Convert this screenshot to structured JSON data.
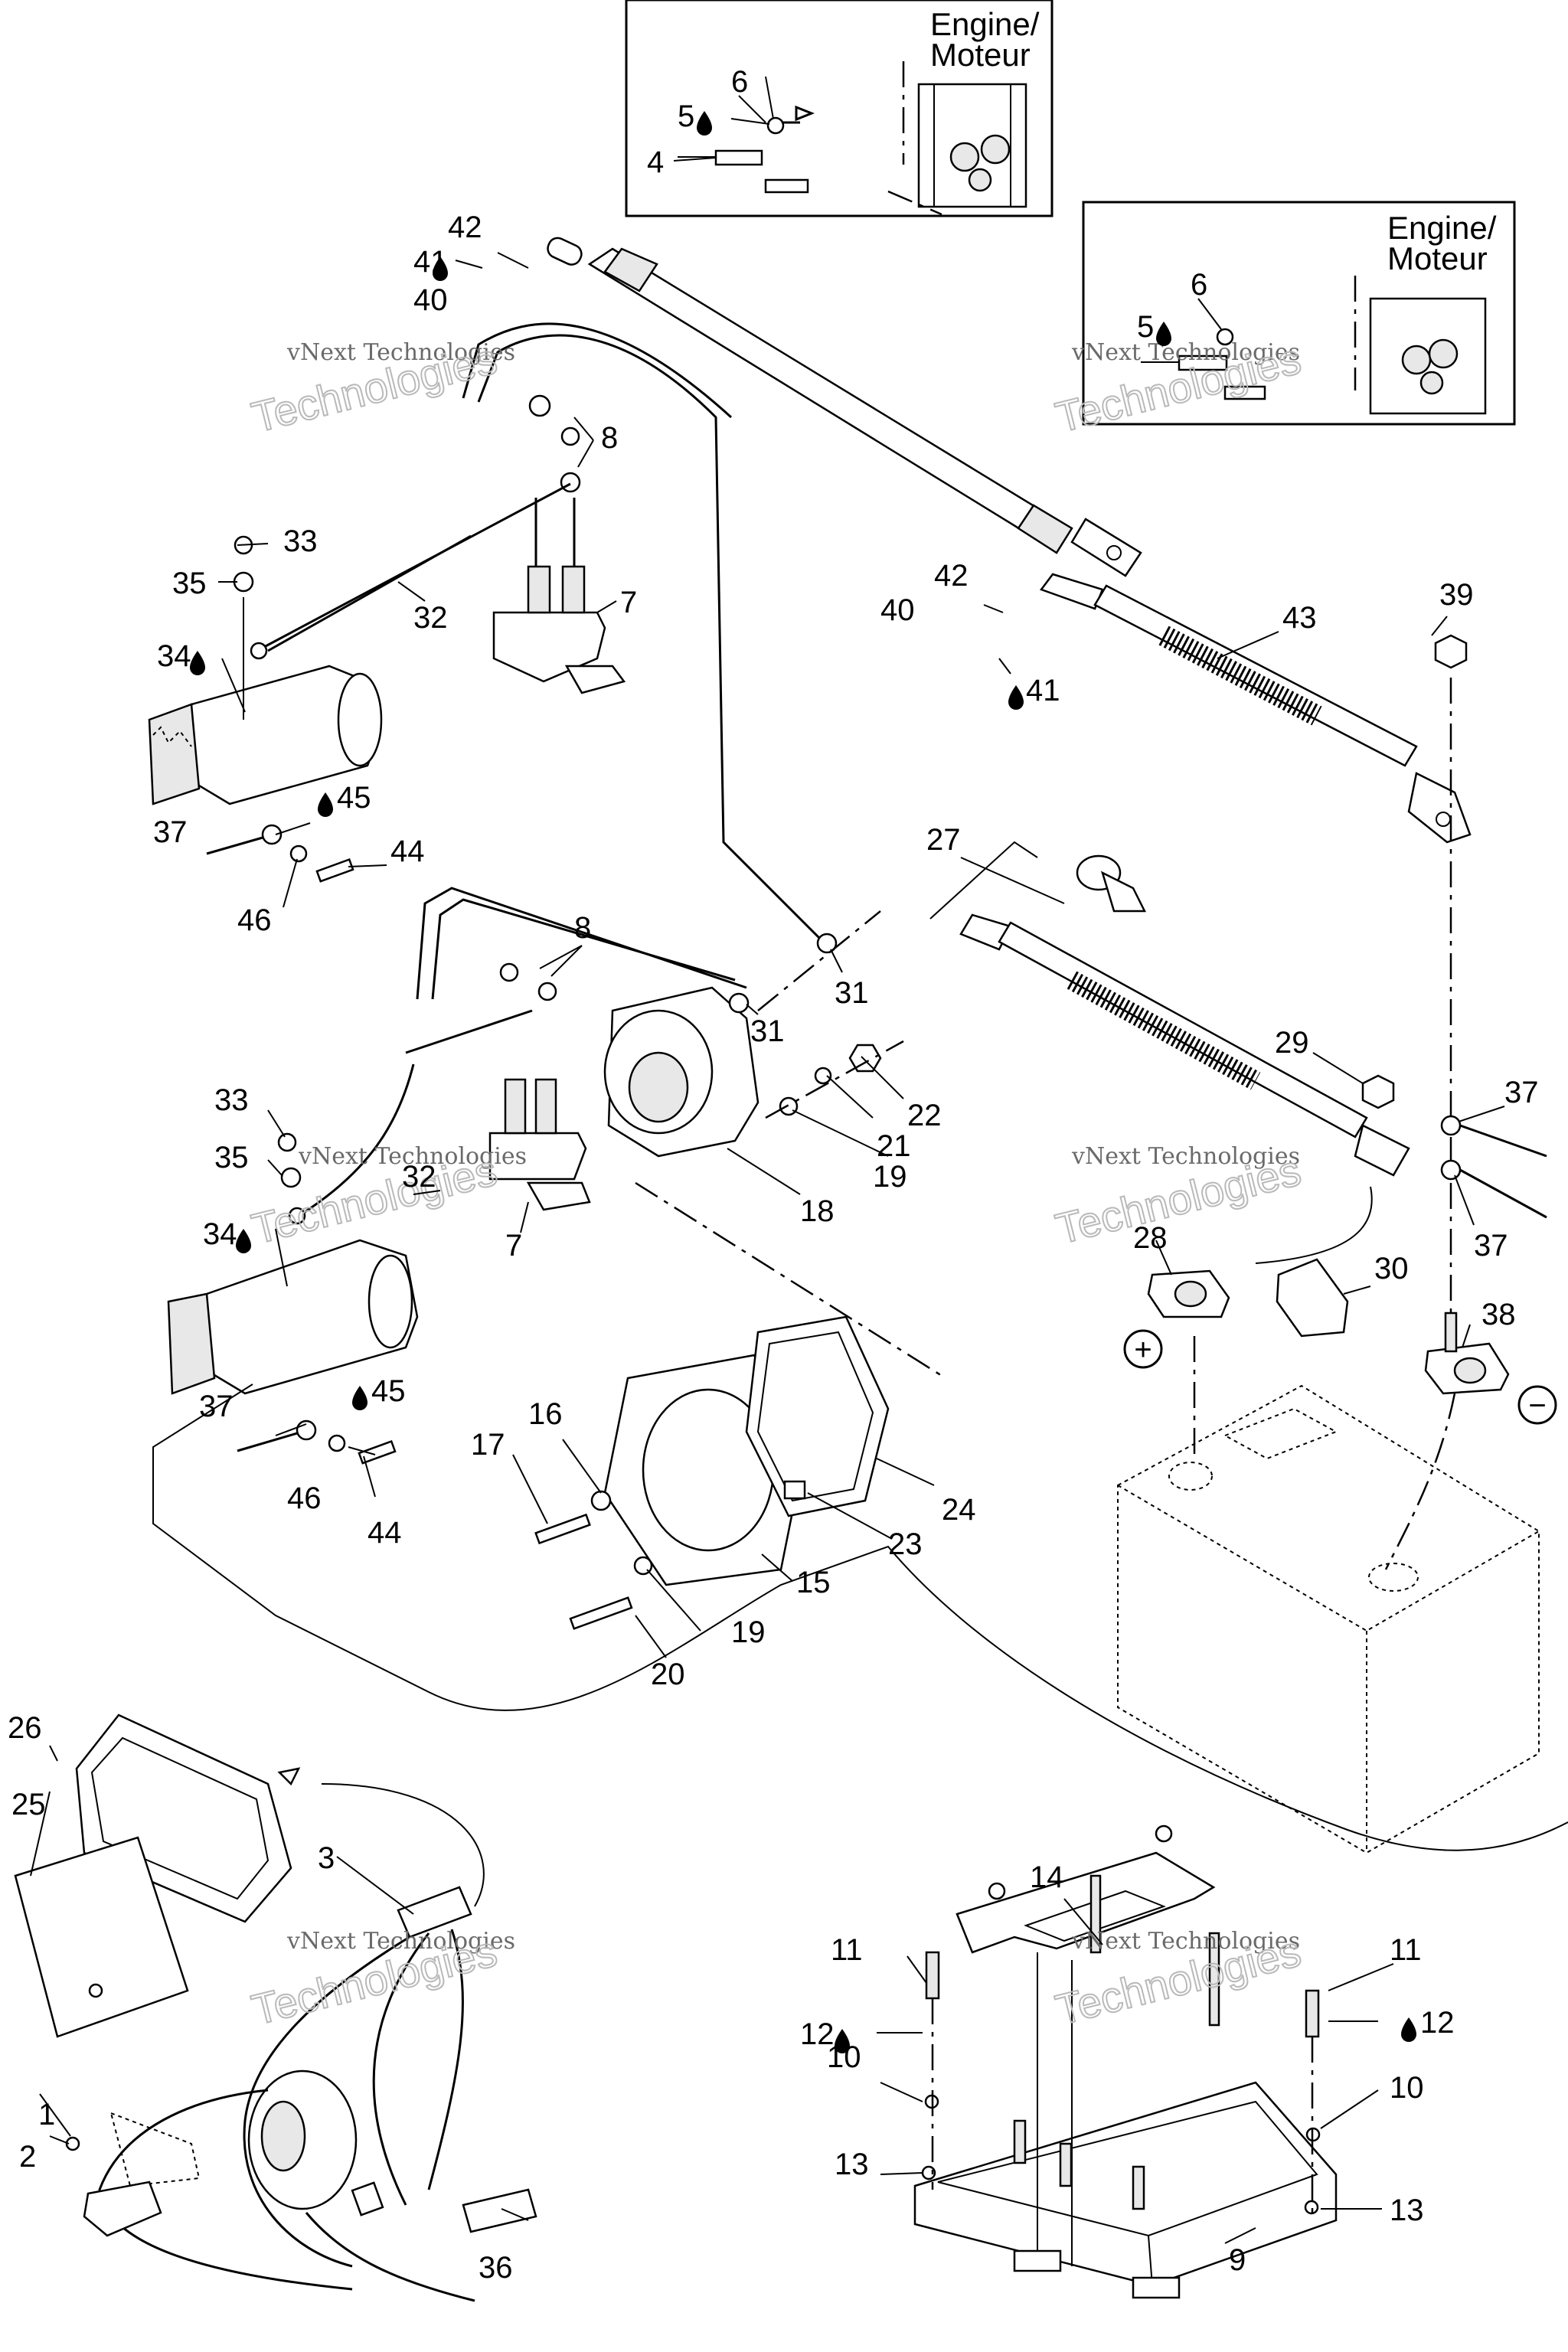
{
  "insets": [
    {
      "title_line1": "Engine/",
      "title_line2": "Moteur"
    },
    {
      "title_line1": "Engine/",
      "title_line2": "Moteur"
    }
  ],
  "watermark": {
    "line1": "vNext Technologies",
    "line2": "Technologies"
  },
  "polarity": {
    "positive": "+",
    "negative": "−"
  },
  "labels": {
    "p1": "1",
    "p2": "2",
    "p3": "3",
    "p4": "4",
    "p5a": "5",
    "p5b": "5",
    "p6a": "6",
    "p6b": "6",
    "p7a": "7",
    "p7b": "7",
    "p8a": "8",
    "p8b": "8",
    "p9": "9",
    "p10a": "10",
    "p10b": "10",
    "p11a": "11",
    "p11b": "11",
    "p12a": "12",
    "p12b": "12",
    "p13a": "13",
    "p13b": "13",
    "p14": "14",
    "p15": "15",
    "p16": "16",
    "p17": "17",
    "p18": "18",
    "p19a": "19",
    "p19b": "19",
    "p20": "20",
    "p21": "21",
    "p22": "22",
    "p23": "23",
    "p24": "24",
    "p25": "25",
    "p26": "26",
    "p27": "27",
    "p28": "28",
    "p29": "29",
    "p30": "30",
    "p31a": "31",
    "p31b": "31",
    "p32a": "32",
    "p32b": "32",
    "p33a": "33",
    "p33b": "33",
    "p34a": "34",
    "p34b": "34",
    "p35a": "35",
    "p35b": "35",
    "p36": "36",
    "p37a": "37",
    "p37b": "37",
    "p37c": "37",
    "p37d": "37",
    "p38": "38",
    "p39": "39",
    "p40a": "40",
    "p40b": "40",
    "p41a": "41",
    "p41b": "41",
    "p42a": "42",
    "p42b": "42",
    "p43": "43",
    "p44a": "44",
    "p44b": "44",
    "p45a": "45",
    "p45b": "45",
    "p46a": "46",
    "p46b": "46"
  }
}
